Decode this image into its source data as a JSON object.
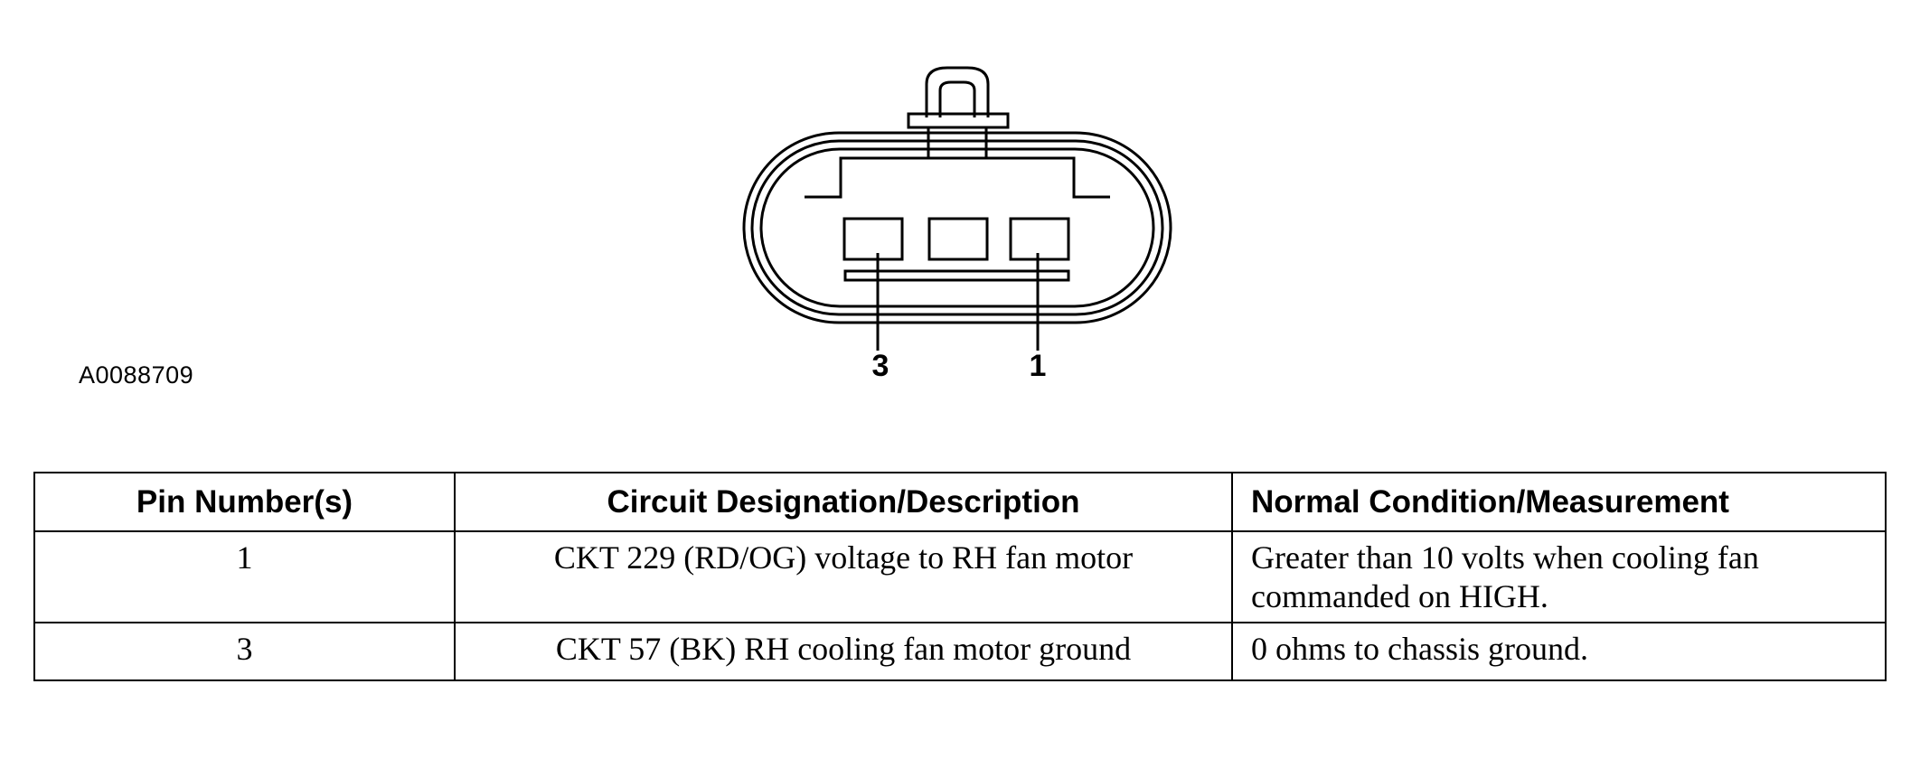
{
  "figure": {
    "id": "A0088709",
    "pin_labels": [
      "3",
      "1"
    ]
  },
  "table": {
    "headers": [
      "Pin Number(s)",
      "Circuit Designation/Description",
      "Normal Condition/Measurement"
    ],
    "rows": [
      {
        "pin": "1",
        "description": "CKT 229 (RD/OG) voltage to RH fan motor",
        "measurement": "Greater than 10 volts when cooling fan commanded on HIGH."
      },
      {
        "pin": "3",
        "description": "CKT 57 (BK) RH cooling fan motor ground",
        "measurement": "0 ohms to chassis ground."
      }
    ]
  }
}
